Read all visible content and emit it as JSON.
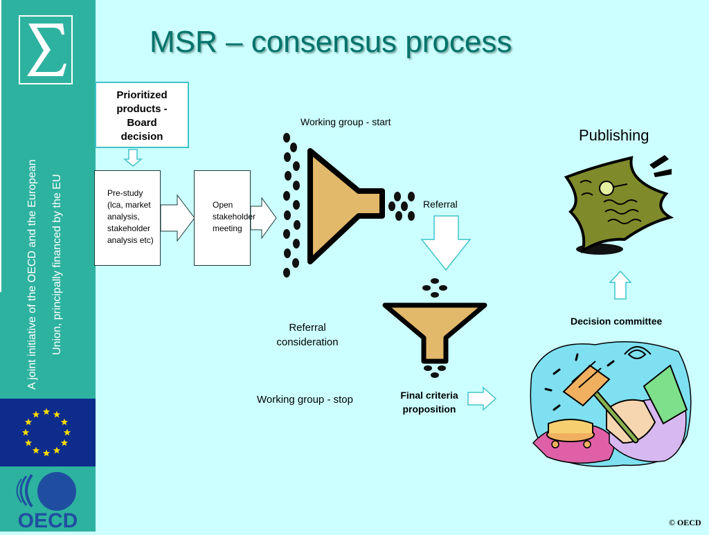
{
  "title": "MSR – consensus process",
  "sidebar": {
    "vertical_text_line1": "A joint  initiative of the OECD and the European",
    "vertical_text_line2": "Union, principally financed by the EU",
    "logo_label": "OECD"
  },
  "diagram": {
    "prioritized": [
      "Prioritized",
      "products -",
      "Board",
      "decision"
    ],
    "prestudy": [
      "Pre-study",
      "(lca, market",
      "analysis,",
      "stakeholder",
      "analysis etc)"
    ],
    "open_meeting": [
      "Open",
      "stakeholder",
      "meeting"
    ],
    "working_group_start": "Working group - start",
    "referral": "Referral",
    "referral_consideration": "Referral consideration",
    "working_group_stop": "Working group - stop",
    "final_criteria": "Final criteria proposition",
    "publishing": "Publishing",
    "decision_committee": "Decision committee"
  },
  "footer": {
    "copyright": "© OECD"
  },
  "colors": {
    "background": "#ccffff",
    "sidebar": "#2eb2a0",
    "title": "#00736b",
    "funnel_fill": "#e2b86a",
    "eu_blue": "#0d2c8c",
    "eu_star": "#ffdd00",
    "oecd_blue": "#1f4ea0"
  },
  "icons": [
    "sigma-logo-icon",
    "eu-flag-icon",
    "oecd-logo-icon",
    "funnel-icon",
    "newspaper-icon",
    "gavel-hand-icon",
    "arrow-icon"
  ]
}
